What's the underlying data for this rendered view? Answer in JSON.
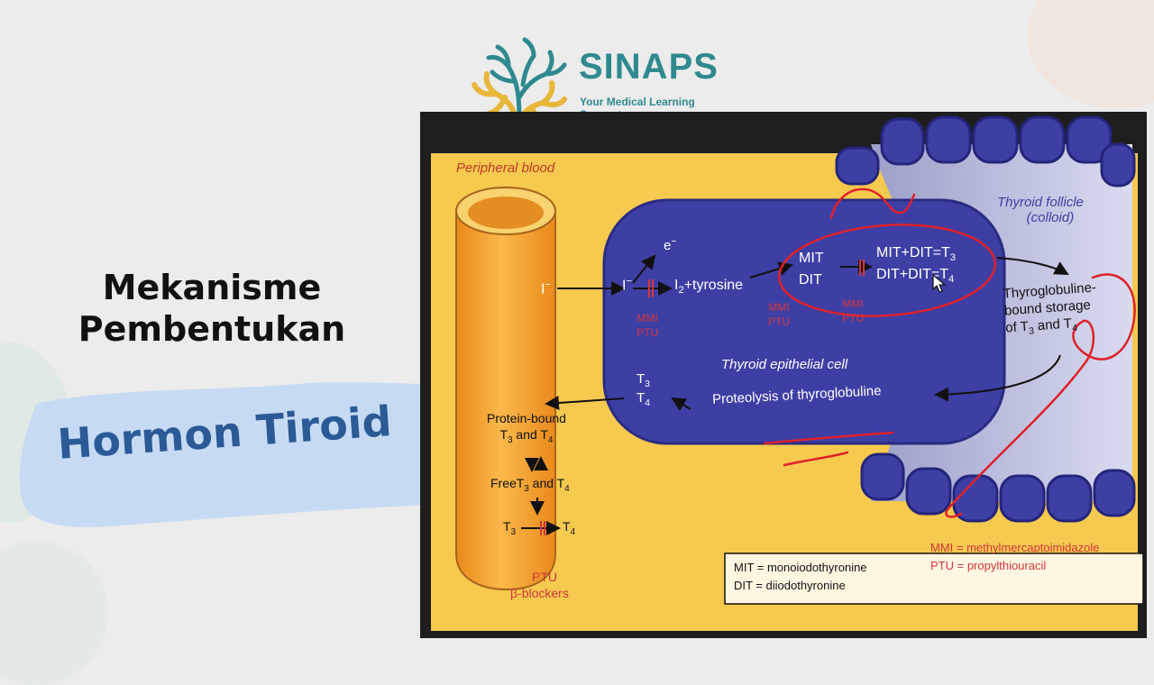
{
  "brand": {
    "name": "SINAPS",
    "tagline": "Your Medical Learning Support"
  },
  "title": {
    "line1": "Mekanisme",
    "line2": "Pembentukan",
    "highlight": "Hormon Tiroid"
  },
  "diagram": {
    "peripheral_blood": "Peripheral blood",
    "follicle_line1": "Thyroid follicle",
    "follicle_line2": "(colloid)",
    "epithelial_cell": "Thyroid epithelial cell",
    "iodide_blood": "I",
    "iodide_cell": "I",
    "electron": "e",
    "tyrosine_pre": "I",
    "tyrosine_post": "+tyrosine",
    "mit": "MIT",
    "dit": "DIT",
    "eq1": "MIT+DIT=T",
    "eq1_sub": "3",
    "eq2": "DIT+DIT=T",
    "eq2_sub": "4",
    "mmi1": "MMI",
    "ptu1": "PTU",
    "mmi2": "MMI",
    "ptu2": "PTU",
    "mmi3": "MMI",
    "ptu3": "PTU",
    "tg_line1": "Thyroglobuline-",
    "tg_line2": "bound storage",
    "tg_line3_pre": "of T",
    "tg_line3_mid": " and T",
    "proteolysis": "Proteolysis of thyroglobuline",
    "t3": "T",
    "t4": "T",
    "pb_line1": "Protein-bound",
    "pb_line2_pre": "T",
    "pb_line2_mid": " and T",
    "free_pre": "FreeT",
    "free_mid": " and T",
    "conv_t3": "T",
    "conv_t4": "T",
    "ptu_bottom": "PTU",
    "beta_blockers": "β-blockers",
    "sub3": "3",
    "sub4": "4",
    "sub2": "2",
    "minus": "−"
  },
  "legend": {
    "mit": "MIT = monoiodothyronine",
    "dit": "DIT = diiodothyronine",
    "mmi": "MMI = methylmercaptoimidazole",
    "ptu": "PTU = propylthiouracil"
  },
  "colors": {
    "brand_teal": "#2f8a8f",
    "brand_gold": "#e8b73a",
    "panel_yellow": "#f6c94f",
    "cell_blue": "#3e3fa5",
    "vessel_orange": "#f6a02f",
    "annotation_red": "#e0202a",
    "title_blue": "#2b5a96",
    "badge_blue": "#c6dbf3"
  }
}
